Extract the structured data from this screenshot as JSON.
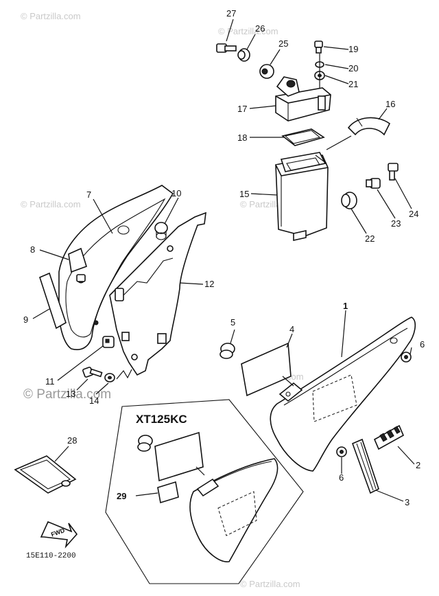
{
  "watermark": "© Partzilla.com",
  "inset_title": "XT125KC",
  "diagram_code": "15E110-2200",
  "fwd_label": "FWD",
  "callouts": {
    "c1": "1",
    "c2": "2",
    "c3": "3",
    "c4": "4",
    "c5": "5",
    "c6a": "6",
    "c6b": "6",
    "c7": "7",
    "c8": "8",
    "c9": "9",
    "c10": "10",
    "c11": "11",
    "c12": "12",
    "c13": "13",
    "c14": "14",
    "c15": "15",
    "c16": "16",
    "c17": "17",
    "c18": "18",
    "c19": "19",
    "c20": "20",
    "c21": "21",
    "c22": "22",
    "c23": "23",
    "c24": "24",
    "c25": "25",
    "c26": "26",
    "c27": "27",
    "c28": "28",
    "c29": "29"
  }
}
